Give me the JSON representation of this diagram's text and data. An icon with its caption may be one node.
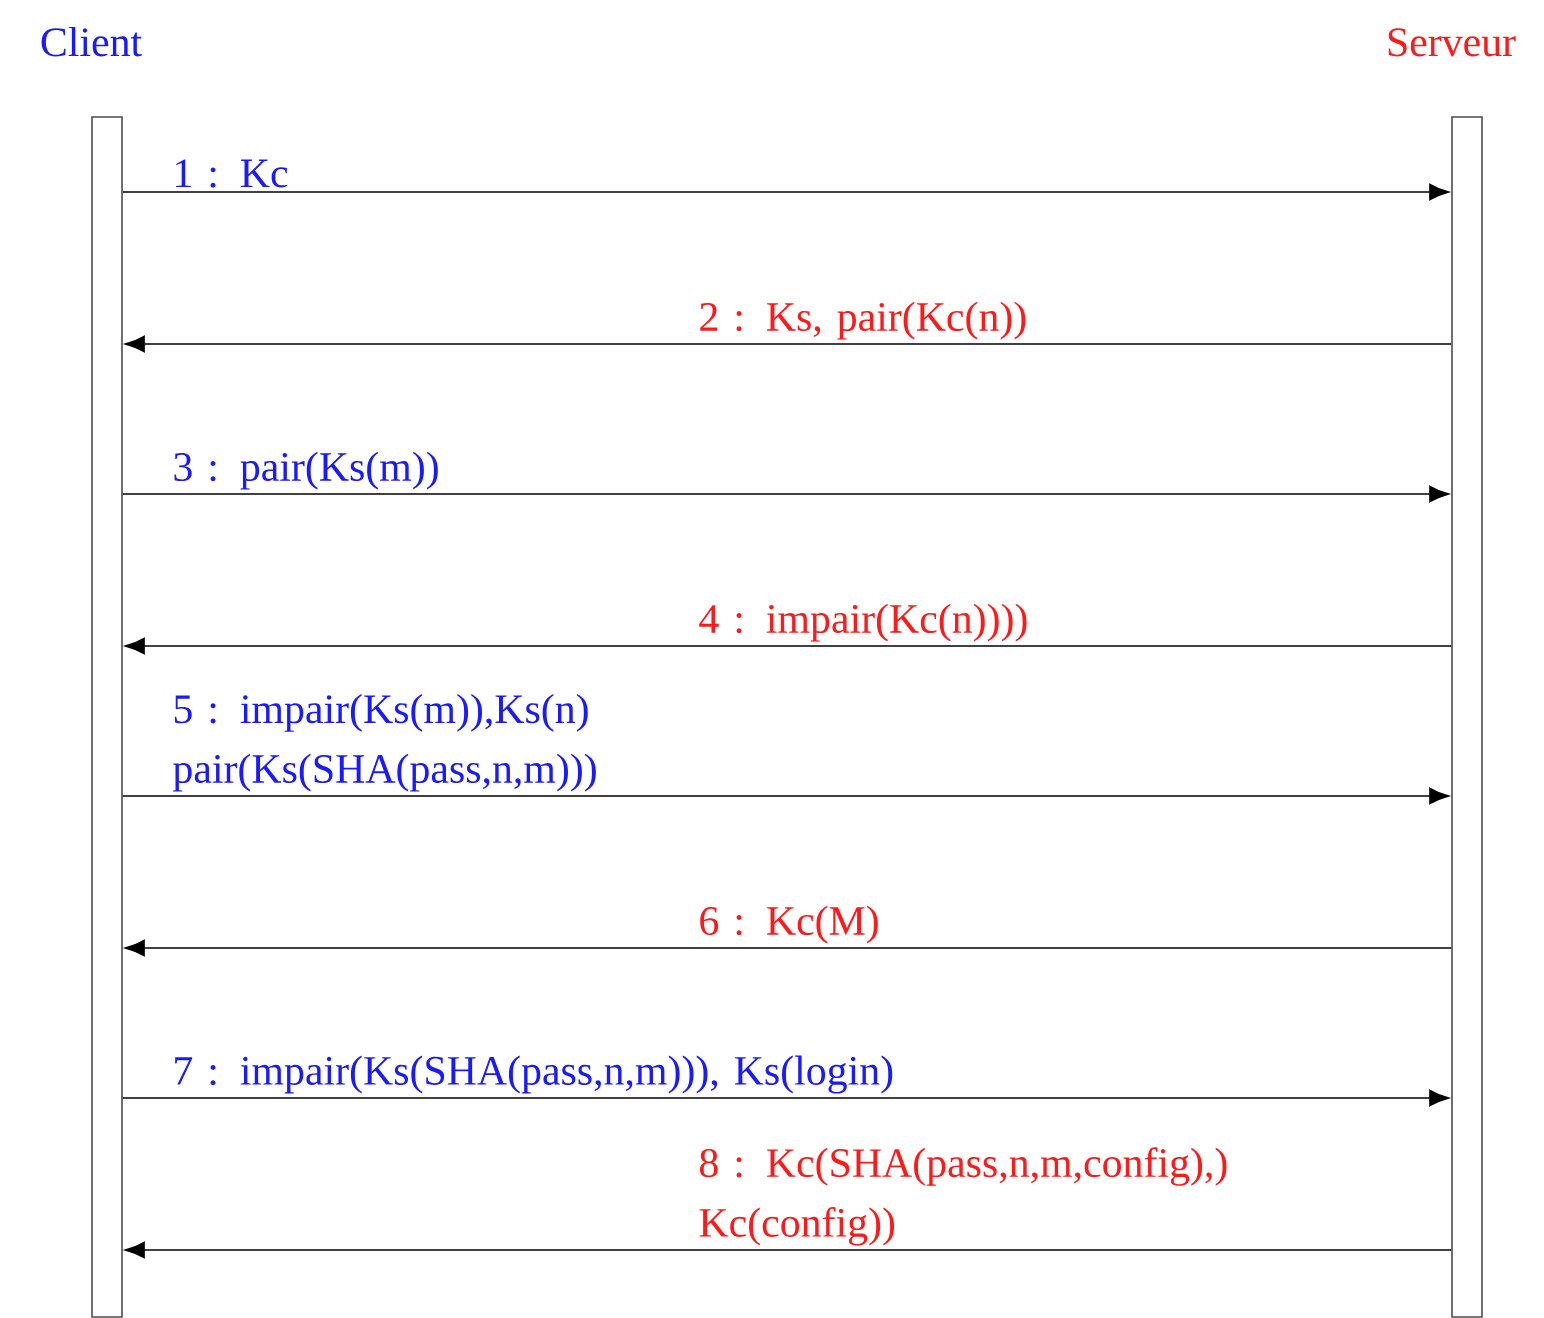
{
  "diagram": {
    "nodes": [
      {
        "text": [
          "Client"
        ]
      },
      {
        "text": [
          "Serveur"
        ]
      }
    ],
    "edges": [
      {
        "from": 0,
        "to": 1,
        "arrow": "to",
        "label": "1 : Kc"
      },
      {
        "from": 1,
        "to": 0,
        "arrow": "to",
        "label": "2 : Ks, pair(Kc(n))"
      },
      {
        "from": 0,
        "to": 1,
        "arrow": "to",
        "label": "3 : pair(Ks(m))"
      },
      {
        "from": 1,
        "to": 0,
        "arrow": "to",
        "label": "4 : impair(Kc(n))))"
      },
      {
        "from": 0,
        "to": 1,
        "arrow": "to",
        "label": "5 : impair(Ks(m)),Ks(n) pair(Ks(SHA(pass,n,m)))"
      },
      {
        "from": 1,
        "to": 0,
        "arrow": "to",
        "label": "6 : Kc(M)"
      },
      {
        "from": 0,
        "to": 1,
        "arrow": "to",
        "label": "7 : impair(Ks(SHA(pass,n,m))), Ks(login)"
      },
      {
        "from": 1,
        "to": 0,
        "arrow": "to",
        "label": "8 : Kc(SHA(pass,n,m,config),) Kc(config))"
      }
    ]
  }
}
